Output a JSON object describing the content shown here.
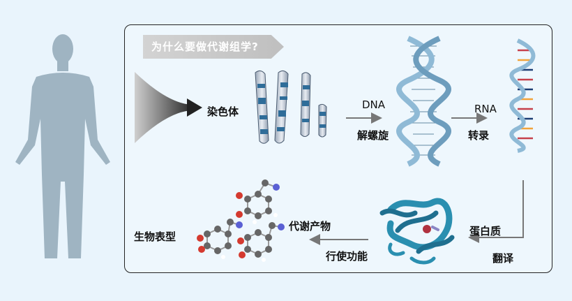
{
  "title": "为什么要做代谢组学?",
  "labels": {
    "chromosome": "染色体",
    "dna": "DNA",
    "unwinding": "解螺旋",
    "rna": "RNA",
    "transcription": "转录",
    "protein": "蛋白质",
    "translation": "翻译",
    "metabolite": "代谢产物",
    "function": "行使功能",
    "phenotype": "生物表型"
  },
  "colors": {
    "figure": "#9fb4c2",
    "helix": "#8fbad6",
    "chromosome": "#2f6d99",
    "protein": "#2a8fb0",
    "arrow": "#777777"
  },
  "icons": [
    "human-figure-icon",
    "chromosomes-icon",
    "dna-helix-icon",
    "rna-helix-icon",
    "protein-structure-icon",
    "molecule-icon"
  ]
}
